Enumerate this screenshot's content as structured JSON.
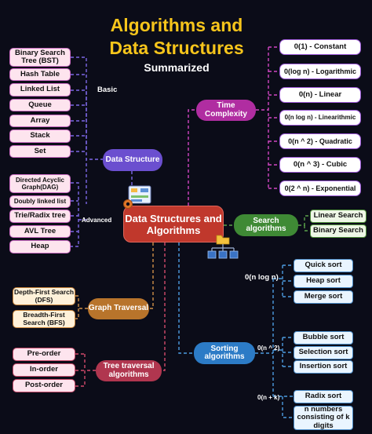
{
  "title_line1": "Algorithms and",
  "title_line2": "Data Structures",
  "subtitle": "Summarized",
  "central": "Data Structures and Algorithms",
  "data_structure": {
    "label": "Data Structure",
    "basic_label": "Basic",
    "advanced_label": "Advanced",
    "basic": [
      "Binary Search Tree (BST)",
      "Hash Table",
      "Linked List",
      "Queue",
      "Array",
      "Stack",
      "Set"
    ],
    "advanced": [
      "Directed Acyclic Graph(DAG)",
      "Doubly linked list",
      "Trie/Radix tree",
      "AVL Tree",
      "Heap"
    ]
  },
  "time_complexity": {
    "label": "Time Complexity",
    "items": [
      "0(1) - Constant",
      "0(log n) - Logarithmic",
      "0(n) - Linear",
      "0(n log n) - Linearithmic",
      "0(n ^ 2) - Quadratic",
      "0(n ^ 3) - Cubic",
      "0(2 ^ n) - Exponential"
    ]
  },
  "search": {
    "label": "Search algorithms",
    "items": [
      "Linear Search",
      "Binary Search"
    ]
  },
  "graph_traversal": {
    "label": "Graph Traversal",
    "items": [
      "Depth-First Search (DFS)",
      "Breadth-First Search (BFS)"
    ]
  },
  "tree_traversal": {
    "label": "Tree traversal algorithms",
    "items": [
      "Pre-order",
      "In-order",
      "Post-order"
    ]
  },
  "sorting": {
    "label": "Sorting algorithms",
    "groups": [
      {
        "complexity": "0(n log n)",
        "items": [
          "Quick sort",
          "Heap sort",
          "Merge sort"
        ]
      },
      {
        "complexity": "0(n ^ 2)",
        "items": [
          "Bubble sort",
          "Selection sort",
          "Insertion sort"
        ]
      },
      {
        "complexity": "0(n + k)",
        "items": [
          "Radix sort",
          "n numbers consisting of k digits"
        ]
      }
    ]
  },
  "colors": {
    "background": "#0b0c18",
    "title": "#f7c51b",
    "central": "#c0382c",
    "data_structure": "#6b4fcf",
    "time_complexity": "#b02da1",
    "search": "#3f8a35",
    "graph_traversal": "#b8742b",
    "tree_traversal": "#b0364f",
    "sorting": "#2c7bc6"
  },
  "icons": [
    "structure-diagram-icon",
    "gear-icon",
    "folder-network-icon"
  ]
}
